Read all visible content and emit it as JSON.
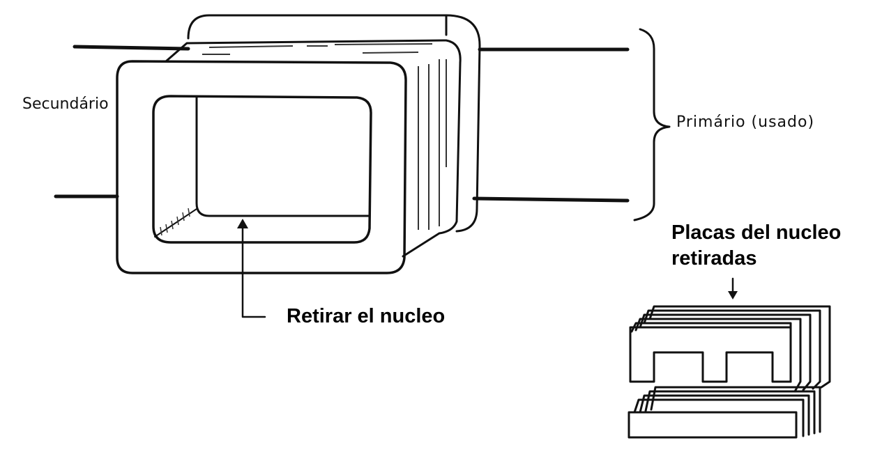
{
  "labels": {
    "secondary": "Secundário",
    "primary": "Primário (usado)",
    "remove_core": "Retirar el nucleo",
    "plates_line1": "Placas del nucleo",
    "plates_line2": "retiradas"
  },
  "colors": {
    "ink": "#111111",
    "background": "#ffffff"
  }
}
